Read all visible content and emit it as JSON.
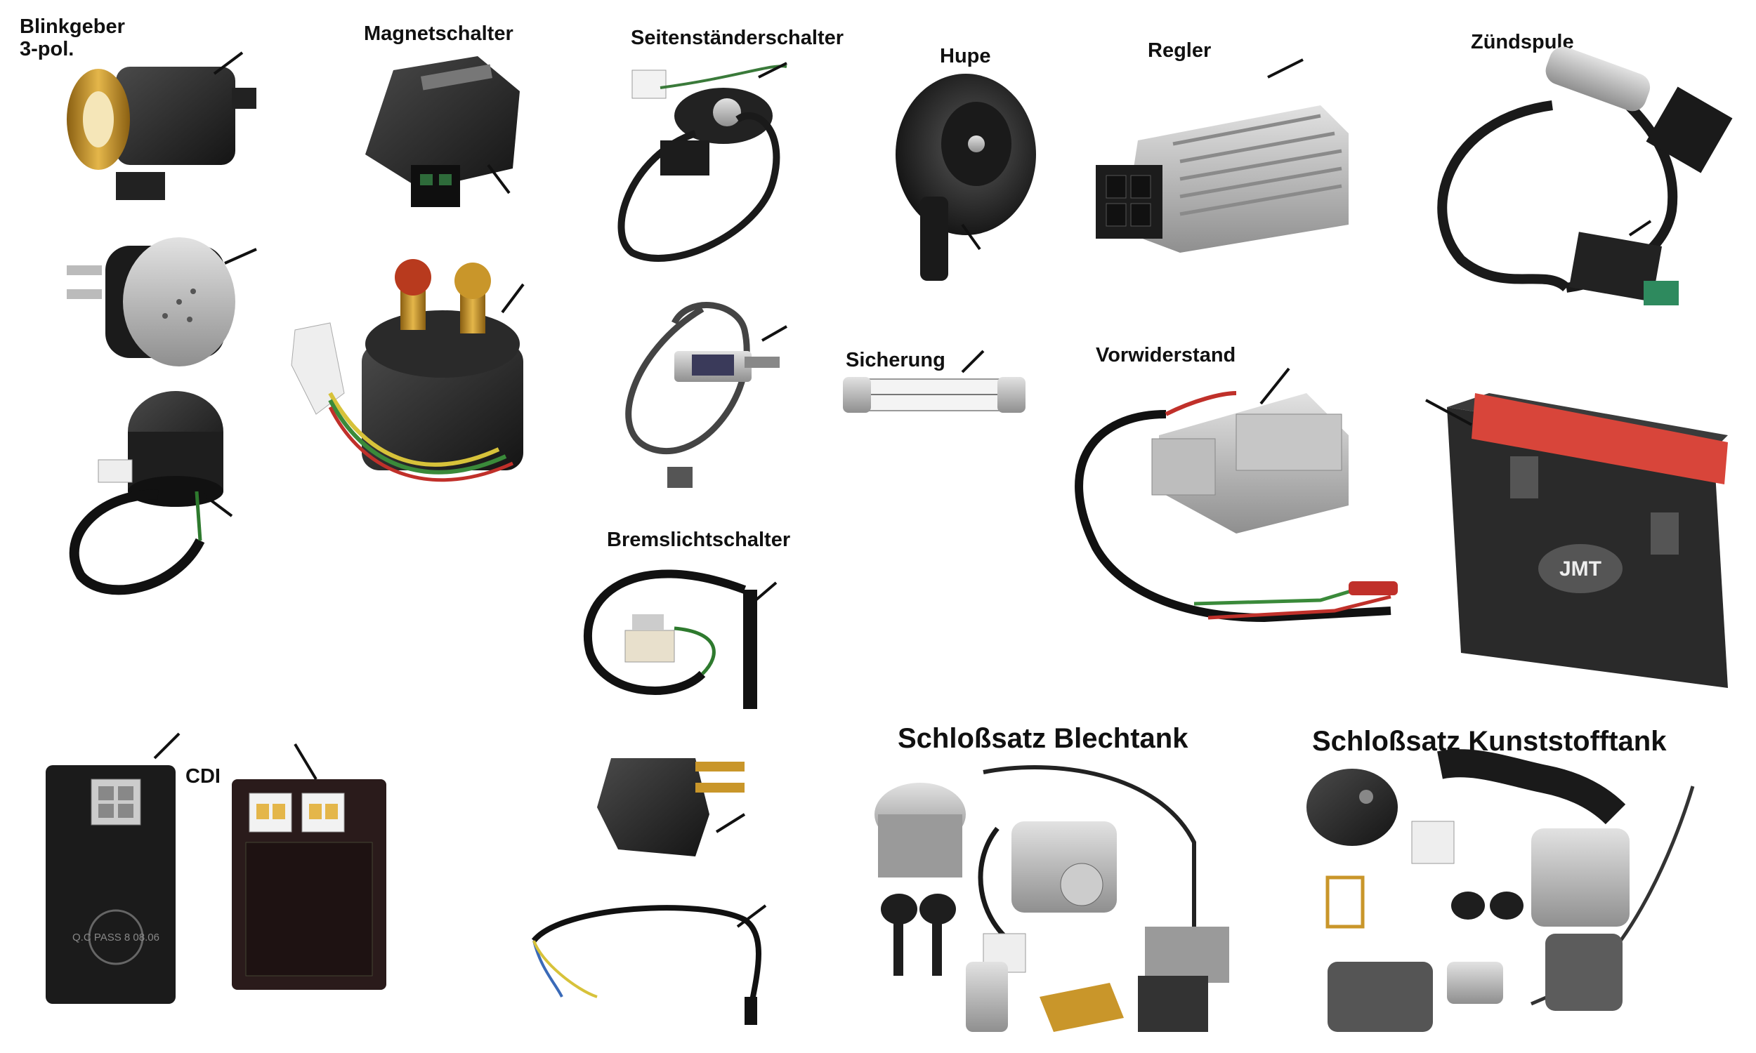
{
  "labels": {
    "blinkgeber": "Blinkgeber\n3-pol.",
    "magnetschalter": "Magnetschalter",
    "seitenstaenderschalter": "Seitenständerschalter",
    "hupe": "Hupe",
    "regler": "Regler",
    "zuendspule": "Zündspule",
    "sicherung": "Sicherung",
    "vorwiderstand": "Vorwiderstand",
    "bremslichtschalter": "Bremslichtschalter",
    "cdi": "CDI",
    "schlosssatz_blechtank": "Schloßsatz Blechtank",
    "schlosssatz_kunststofftank": "Schloßsatz Kunststofftank"
  },
  "printed_text": {
    "battery_brand": "JMT",
    "cdi_stamp": "Q.C PASS 8 08.06"
  },
  "colors": {
    "background": "#ffffff",
    "text": "#111111",
    "part_black": "#1e1e1e",
    "metal": "#b8b8b8",
    "brass": "#c9962a",
    "battery_red": "#d8453a",
    "wire_red": "#c0302a",
    "wire_green": "#3a8a3a",
    "wire_yellow": "#d7c23a"
  }
}
